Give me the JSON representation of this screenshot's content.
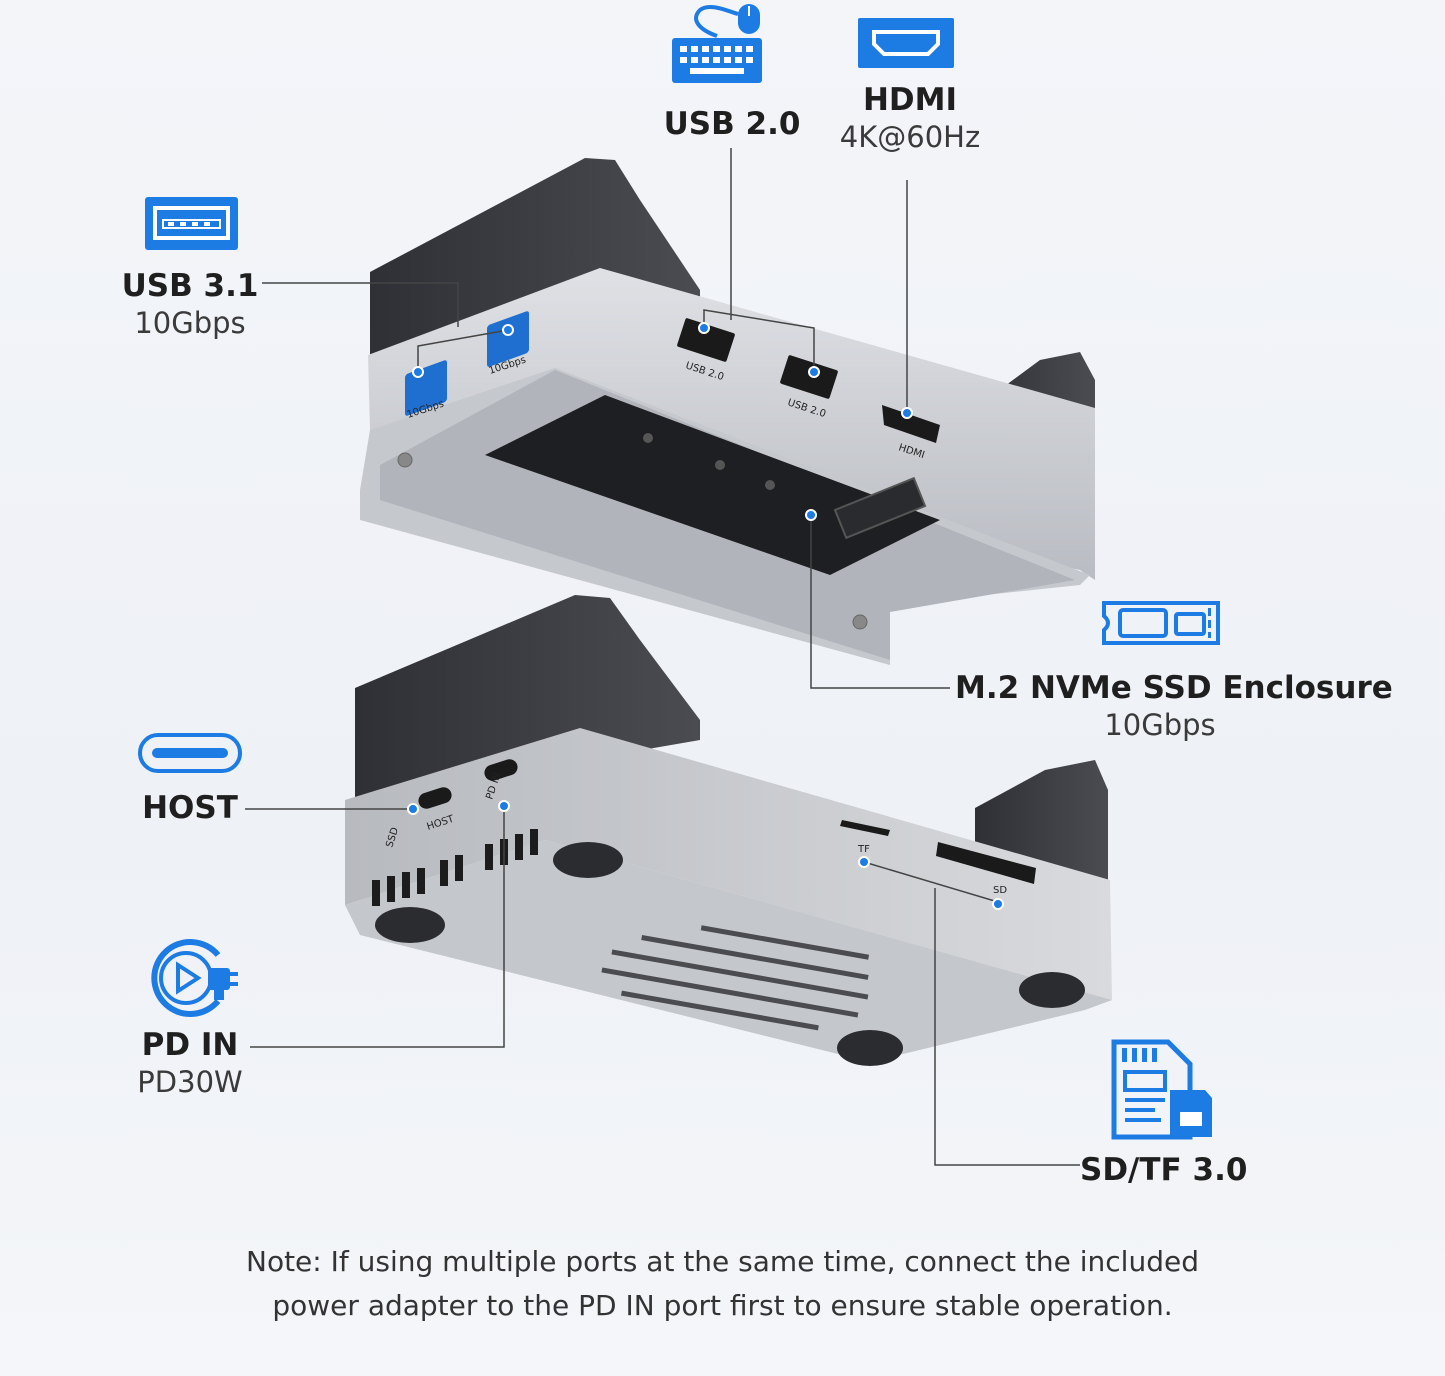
{
  "labels": {
    "usb20": {
      "title": "USB 2.0"
    },
    "hdmi": {
      "title": "HDMI",
      "sub": "4K@60Hz"
    },
    "usb31": {
      "title": "USB 3.1",
      "sub": "10Gbps"
    },
    "m2": {
      "title": "M.2 NVMe SSD Enclosure",
      "sub": "10Gbps"
    },
    "host": {
      "title": "HOST"
    },
    "pdin": {
      "title": "PD IN",
      "sub": "PD30W"
    },
    "sdtf": {
      "title": "SD/TF 3.0"
    }
  },
  "device_markings": {
    "usb31_port": "10Gbps",
    "usb20_port": "USB 2.0",
    "hdmi_port": "HDMI",
    "ssd": "SSD",
    "host": "HOST",
    "pd_in": "PD IN",
    "tf": "TF",
    "sd": "SD"
  },
  "note": {
    "line1": "Note: If using multiple ports at the same time, connect the included",
    "line2": "power adapter to the PD IN port first to ensure stable operation."
  },
  "colors": {
    "accent": "#1d7be4",
    "silver": "#c9ccd1",
    "dark": "#3b3d42"
  },
  "icons": [
    "keyboard-mouse-icon",
    "hdmi-icon",
    "usb-a-icon",
    "ssd-icon",
    "usb-c-icon",
    "power-plug-icon",
    "sd-card-icon"
  ]
}
